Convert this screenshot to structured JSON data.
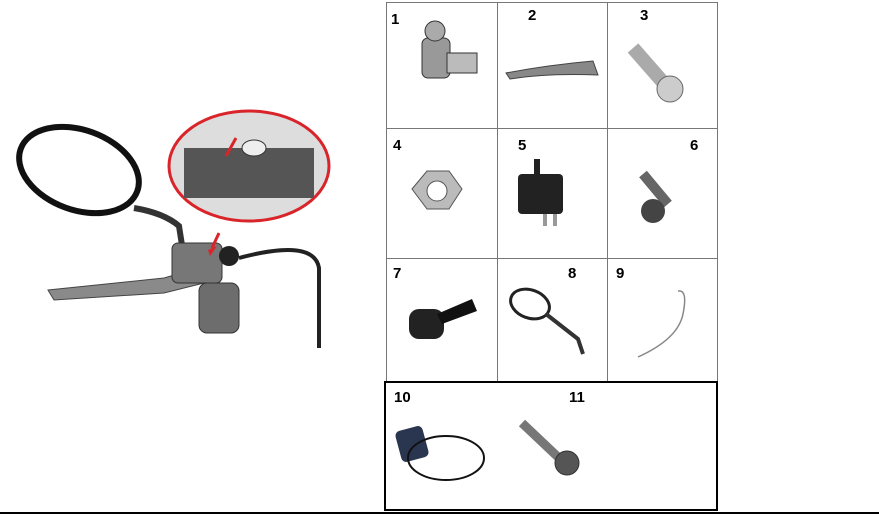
{
  "assembly": {
    "title": "Clutch lever assembly with mirror",
    "callout_color": "#d9252a"
  },
  "parts": [
    {
      "number": "1",
      "icon": "lever-bracket"
    },
    {
      "number": "2",
      "icon": "lever"
    },
    {
      "number": "3",
      "icon": "pivot-bolt"
    },
    {
      "number": "4",
      "icon": "lock-nut"
    },
    {
      "number": "5",
      "icon": "switch"
    },
    {
      "number": "6",
      "icon": "screw"
    },
    {
      "number": "7",
      "icon": "choke-knob"
    },
    {
      "number": "8",
      "icon": "mirror"
    },
    {
      "number": "9",
      "icon": "spring-wire"
    },
    {
      "number": "10",
      "icon": "harness-switch"
    },
    {
      "number": "11",
      "icon": "socket-bolt"
    },
    {
      "number": "",
      "icon": "empty"
    }
  ]
}
